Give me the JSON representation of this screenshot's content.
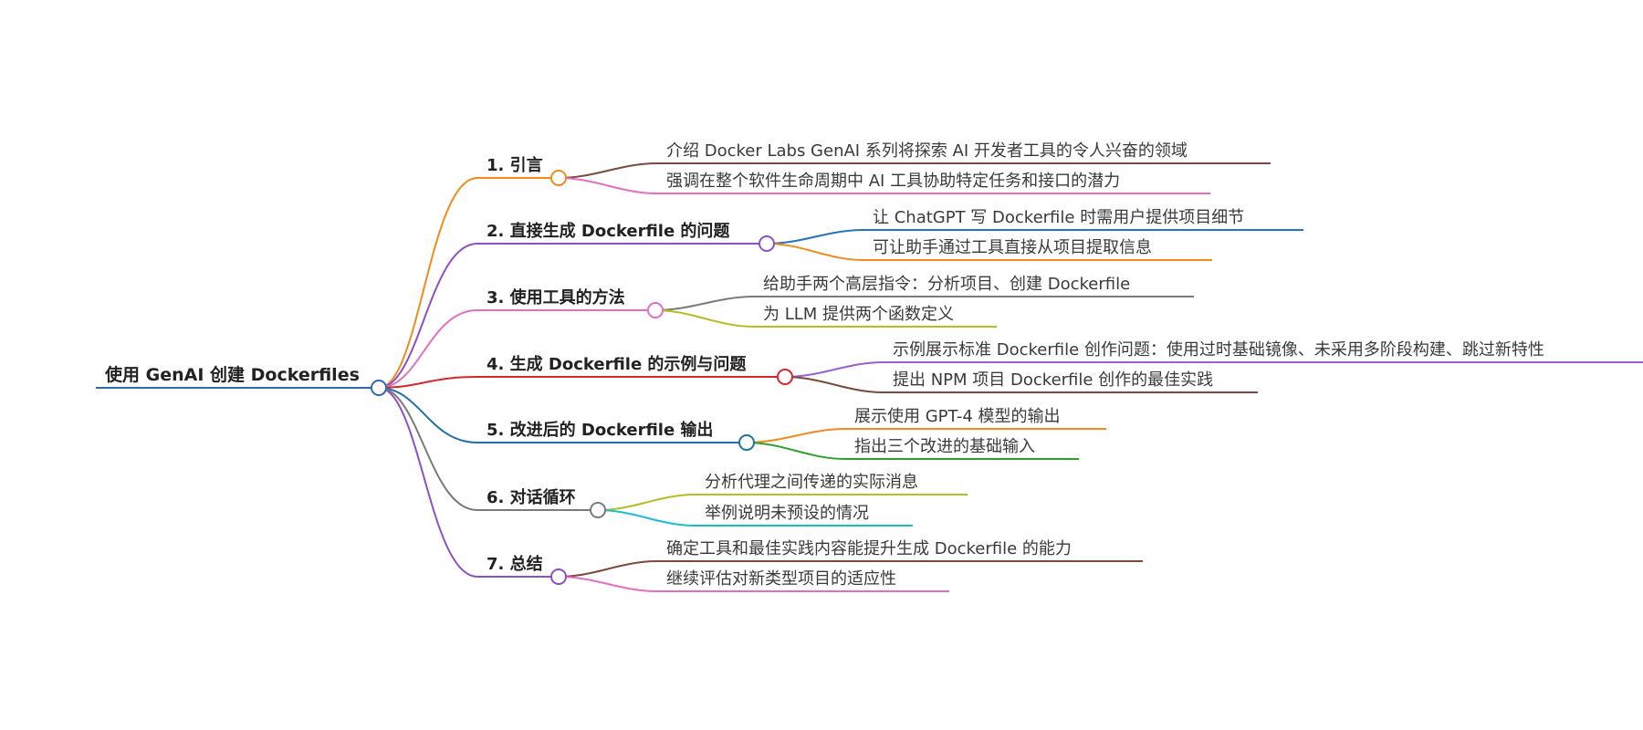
{
  "mindmap": {
    "root": {
      "label": "使用 GenAI 创建 Dockerfiles",
      "color": "#2b6cb0"
    },
    "branches": [
      {
        "label": "1. 引言",
        "color": "#f28a1c",
        "children": [
          {
            "label": "介绍 Docker Labs GenAI 系列将探索 AI 开发者工具的令人兴奋的领域",
            "color": "#7b4a3a"
          },
          {
            "label": "强调在整个软件生命周期中 AI 工具协助特定任务和接口的潜力",
            "color": "#e46fbf"
          }
        ]
      },
      {
        "label": "2. 直接生成 Dockerfile 的问题",
        "color": "#8e4fc4",
        "children": [
          {
            "label": "让 ChatGPT 写 Dockerfile 时需用户提供项目细节",
            "color": "#2174c0"
          },
          {
            "label": "可让助手通过工具直接从项目提取信息",
            "color": "#f28a1c"
          }
        ]
      },
      {
        "label": "3. 使用工具的方法",
        "color": "#e46fbf",
        "children": [
          {
            "label": "给助手两个高层指令：分析项目、创建 Dockerfile",
            "color": "#7a7a7a"
          },
          {
            "label": "为 LLM 提供两个函数定义",
            "color": "#b5bd20"
          }
        ]
      },
      {
        "label": "4. 生成 Dockerfile 的示例与问题",
        "color": "#d62728",
        "children": [
          {
            "label": "示例展示标准 Dockerfile 创作问题：使用过时基础镜像、未采用多阶段构建、跳过新特性",
            "color": "#9a5fd0"
          },
          {
            "label": "提出 NPM 项目 Dockerfile 创作的最佳实践",
            "color": "#7b4a3a"
          }
        ]
      },
      {
        "label": "5. 改进后的 Dockerfile 输出",
        "color": "#1f6fa8",
        "children": [
          {
            "label": "展示使用 GPT-4 模型的输出",
            "color": "#f28a1c"
          },
          {
            "label": "指出三个改进的基础输入",
            "color": "#2ca02c"
          }
        ]
      },
      {
        "label": "6. 对话循环",
        "color": "#7a7a7a",
        "children": [
          {
            "label": "分析代理之间传递的实际消息",
            "color": "#b5bd20"
          },
          {
            "label": "举例说明未预设的情况",
            "color": "#17becf"
          }
        ]
      },
      {
        "label": "7. 总结",
        "color": "#8e4fc4",
        "children": [
          {
            "label": "确定工具和最佳实践内容能提升生成 Dockerfile 的能力",
            "color": "#7b4a3a"
          },
          {
            "label": "继续评估对新类型项目的适应性",
            "color": "#e46fbf"
          }
        ]
      }
    ]
  }
}
